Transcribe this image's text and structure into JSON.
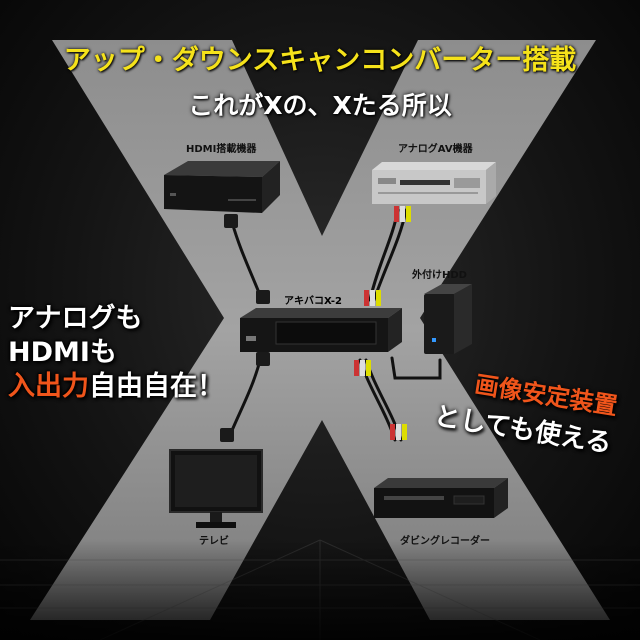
{
  "title_line1": "アップ・ダウンスキャンコンバーター搭載",
  "title_line2": "これがXの、Xたる所以",
  "devices": {
    "hdmi_device": "HDMI搭載機器",
    "analog_av": "アナログAV機器",
    "external_hdd": "外付けHDD",
    "converter": "アキバコX-2",
    "tv": "テレビ",
    "recorder": "ダビングレコーダー"
  },
  "left_callout": {
    "line1": "アナログも",
    "line2": "HDMIも",
    "line3_highlight": "入出力",
    "line3_rest": "自由自在！"
  },
  "right_callout": {
    "line1": "画像安定装置",
    "line2": "としても使える"
  },
  "colors": {
    "title_yellow": "#f5e21a",
    "highlight_orange": "#f0551b",
    "x_gray": "#9a9a9a"
  }
}
